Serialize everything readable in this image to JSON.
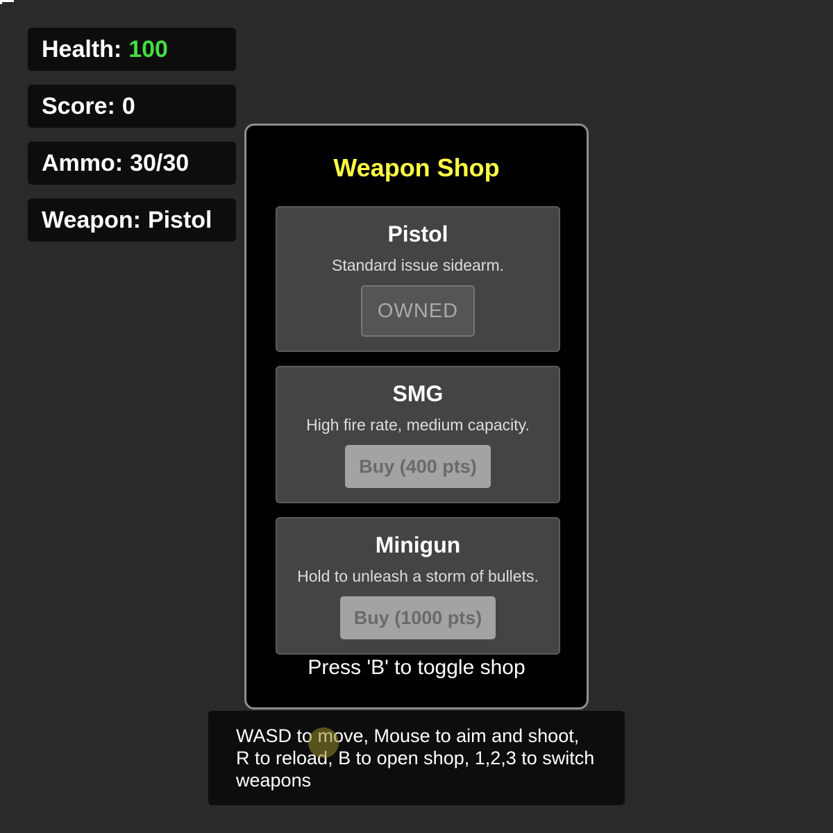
{
  "colors": {
    "health_value": "#44dd44",
    "shop_title": "#ffff44"
  },
  "hud": {
    "health_label": "Health:",
    "health_value": "100",
    "score_label": "Score:",
    "score_value": "0",
    "ammo_label": "Ammo:",
    "ammo_value": "30/30",
    "weapon_label": "Weapon:",
    "weapon_value": "Pistol"
  },
  "shop": {
    "title": "Weapon Shop",
    "weapons": [
      {
        "name": "Pistol",
        "description": "Standard issue sidearm.",
        "button": "OWNED"
      },
      {
        "name": "SMG",
        "description": "High fire rate, medium capacity.",
        "button": "Buy (400 pts)"
      },
      {
        "name": "Minigun",
        "description": "Hold to unleash a storm of bullets.",
        "button": "Buy (1000 pts)"
      }
    ],
    "hint": "Press 'B' to toggle shop"
  },
  "instructions": {
    "text": "WASD to move, Mouse to aim and shoot, R to reload, B to open shop, 1,2,3 to switch weapons"
  }
}
